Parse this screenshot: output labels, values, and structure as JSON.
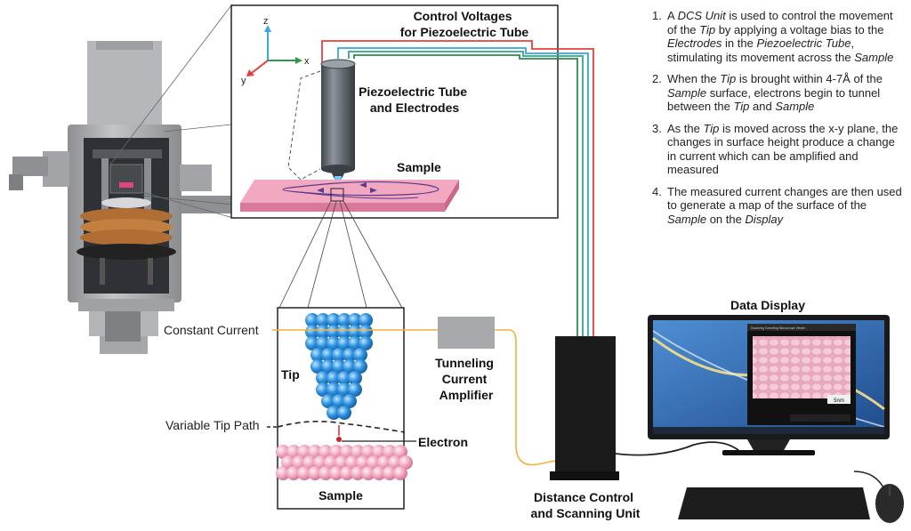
{
  "labels": {
    "control_voltages_line1": "Control Voltages",
    "control_voltages_line2": "for Piezoelectric Tube",
    "axis_z": "z",
    "axis_x": "x",
    "axis_y": "y",
    "piezo_line1": "Piezoelectric Tube",
    "piezo_line2": "and Electrodes",
    "sample_top": "Sample",
    "constant_current": "Constant Current",
    "tip": "Tip",
    "variable_tip_path": "Variable Tip Path",
    "electron": "Electron",
    "sample_bottom": "Sample",
    "amplifier_line1": "Tunneling",
    "amplifier_line2": "Current",
    "amplifier_line3": "Amplifier",
    "data_display": "Data Display",
    "dcs_line1": "Distance Control",
    "dcs_line2": "and Scanning Unit"
  },
  "steps": [
    {
      "num": "1.",
      "parts": [
        {
          "t": "A ",
          "i": false
        },
        {
          "t": "DCS Unit",
          "i": true
        },
        {
          "t": " is used to control the movement of the ",
          "i": false
        },
        {
          "t": "Tip",
          "i": true
        },
        {
          "t": " by applying a voltage bias to the ",
          "i": false
        },
        {
          "t": "Electrodes",
          "i": true
        },
        {
          "t": " in the ",
          "i": false
        },
        {
          "t": "Piezoelectric Tube",
          "i": true
        },
        {
          "t": ", stimulating its movement across the ",
          "i": false
        },
        {
          "t": "Sample",
          "i": true
        }
      ]
    },
    {
      "num": "2.",
      "parts": [
        {
          "t": "When the ",
          "i": false
        },
        {
          "t": "Tip",
          "i": true
        },
        {
          "t": " is brought within 4-7Å of the ",
          "i": false
        },
        {
          "t": "Sample",
          "i": true
        },
        {
          "t": " surface, electrons begin to tunnel between the ",
          "i": false
        },
        {
          "t": "Tip",
          "i": true
        },
        {
          "t": " and ",
          "i": false
        },
        {
          "t": "Sample",
          "i": true
        }
      ]
    },
    {
      "num": "3.",
      "parts": [
        {
          "t": "As the ",
          "i": false
        },
        {
          "t": "Tip",
          "i": true
        },
        {
          "t": " is moved across the x-y plane, the changes in surface height produce a change in current which can be amplified and measured",
          "i": false
        }
      ]
    },
    {
      "num": "4.",
      "parts": [
        {
          "t": "The measured current changes are then used to generate a map of the surface of the ",
          "i": false
        },
        {
          "t": "Sample",
          "i": true
        },
        {
          "t": " on the ",
          "i": false
        },
        {
          "t": "Display",
          "i": true
        }
      ]
    }
  ],
  "screen": {
    "app_title": "Scanning Tunneling Microscope Viewer",
    "scale_label": "5nm"
  },
  "colors": {
    "red_wire": "#e8403a",
    "blue_wire": "#34a8d6",
    "teal_wire": "#35a58a",
    "green_wire": "#2f8a4c",
    "orange_wire": "#f2b13d",
    "sample_pink": "#ef8fb0",
    "tip_blue": "#2f8fdc",
    "housing_gray": "#a7a9ac"
  }
}
